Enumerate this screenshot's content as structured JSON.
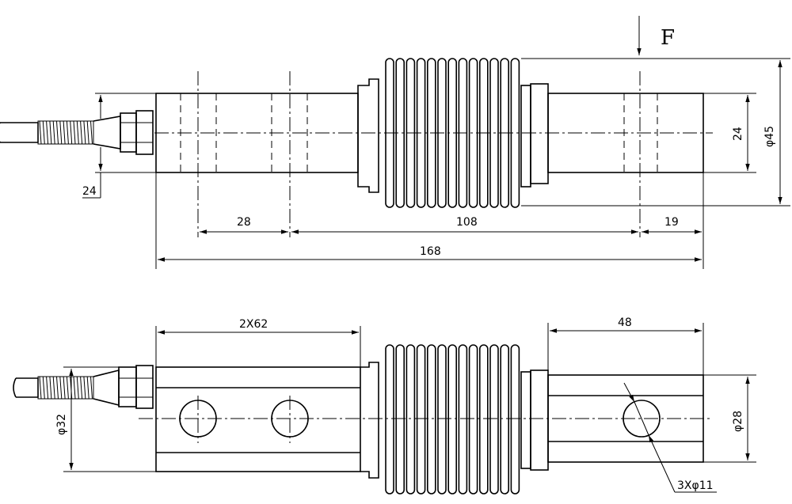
{
  "force_label": "F",
  "top_view": {
    "cable_dim": "24",
    "dim_28": "28",
    "dim_108": "108",
    "dim_19": "19",
    "dim_168": "168",
    "dim_24_right": "24",
    "dim_phi45": "φ45"
  },
  "bottom_view": {
    "dim_2x62": "2X62",
    "dim_48": "48",
    "dim_phi32": "φ32",
    "dim_phi28": "φ28",
    "hole_label": "3Xφ11"
  }
}
